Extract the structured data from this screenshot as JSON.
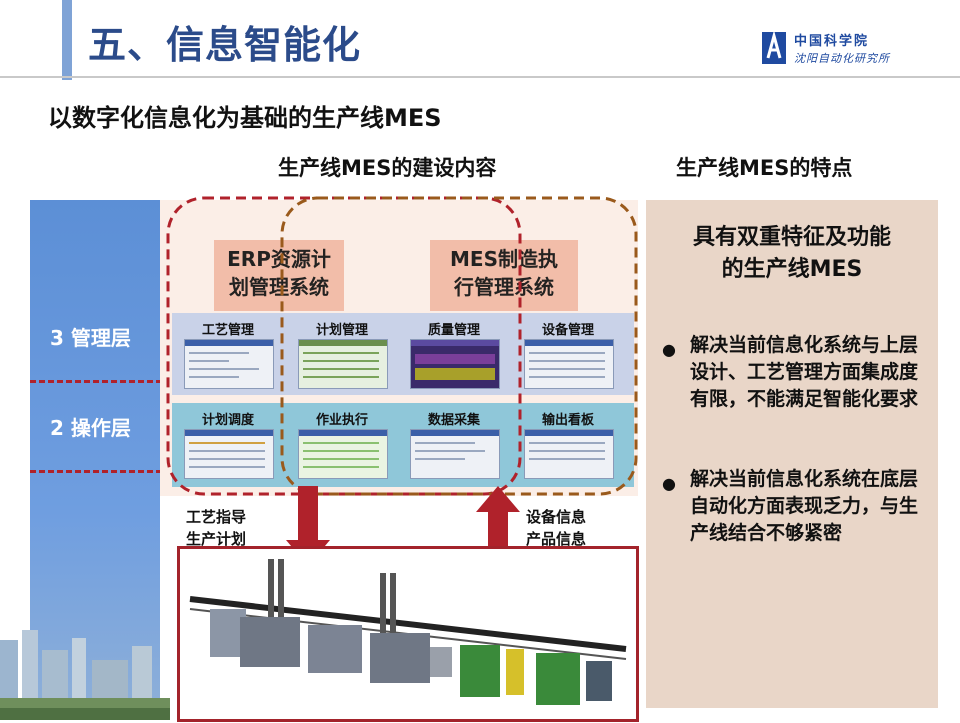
{
  "slide": {
    "title": "五、信息智能化",
    "subtitle": "以数字化信息化为基础的生产线MES",
    "logo": {
      "line1": "中国科学院",
      "line2": "沈阳自动化研究所"
    }
  },
  "content_heading": "生产线MES的建设内容",
  "features_heading": "生产线MES的特点",
  "layers": {
    "management": "3 管理层",
    "operation": "2 操作层"
  },
  "systems": {
    "erp_line1": "ERP资源计",
    "erp_line2": "划管理系统",
    "mes_line1": "MES制造执",
    "mes_line2": "行管理系统"
  },
  "modules": {
    "management": [
      "工艺管理",
      "计划管理",
      "质量管理",
      "设备管理"
    ],
    "operation": [
      "计划调度",
      "作业执行",
      "数据采集",
      "输出看板"
    ]
  },
  "flows": {
    "down_line1": "工艺指导",
    "down_line2": "生产计划",
    "up_line1": "设备信息",
    "up_line2": "产品信息"
  },
  "features": {
    "title_line1": "具有双重特征及功能",
    "title_line2": "的生产线MES",
    "bullets": [
      "解决当前信息化系统与上层设计、工艺管理方面集成度有限，不能满足智能化要求",
      "解决当前信息化系统在底层自动化方面表现乏力，与生产线结合不够紧密"
    ]
  },
  "colors": {
    "title": "#2b4b8a",
    "layer_column": "#6f9ee0",
    "erp_mes_boxes": "#f2b9a4",
    "dashed_outline_erp": "#b0222b",
    "dashed_outline_mes": "#9a5a1c",
    "arrows": "#b0222b",
    "features_panel": "#e9d6c8"
  }
}
